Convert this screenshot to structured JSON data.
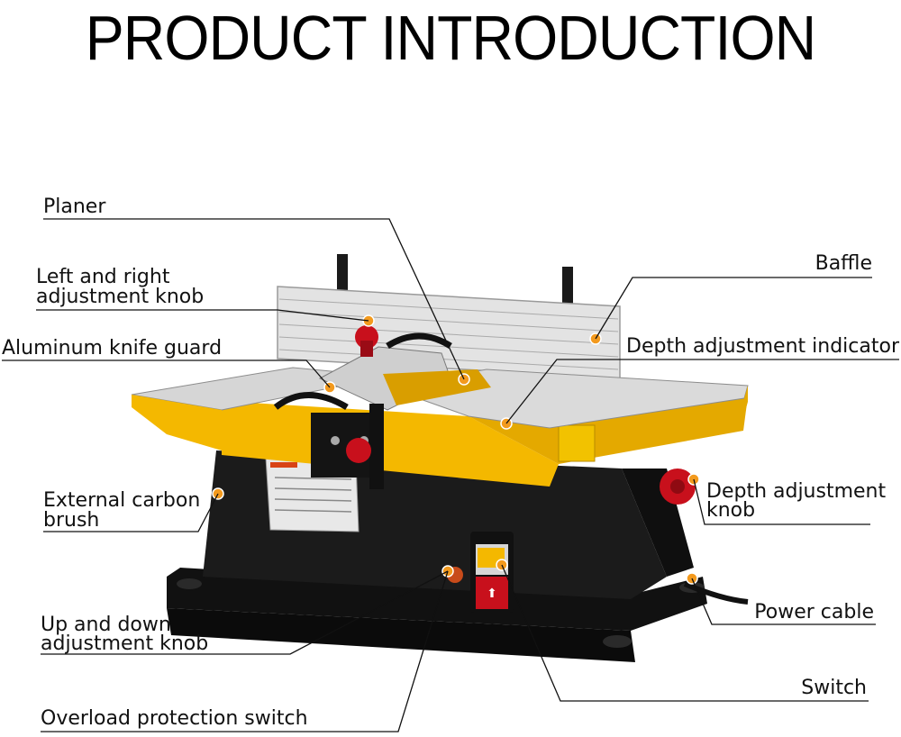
{
  "title": "PRODUCT INTRODUCTION",
  "labels": {
    "planer": "Planer",
    "lr_knob_1": "Left and right",
    "lr_knob_2": "adjustment knob",
    "knife_guard": "Aluminum knife guard",
    "carbon_1": "External carbon",
    "carbon_2": "brush",
    "updown_1": "Up and down",
    "updown_2": "adjustment knob",
    "overload": "Overload protection switch",
    "baffle": "Baffle",
    "depth_indicator": "Depth adjustment indicator",
    "depth_knob_1": "Depth adjustment",
    "depth_knob_2": "knob",
    "power_cable": "Power cable",
    "switch": "Switch"
  },
  "colors": {
    "body_yellow": "#f4b800",
    "table_grey": "#d9d9d9",
    "base_black": "#151515",
    "knob_red": "#c8101c",
    "marker_orange": "#f39a1e"
  }
}
